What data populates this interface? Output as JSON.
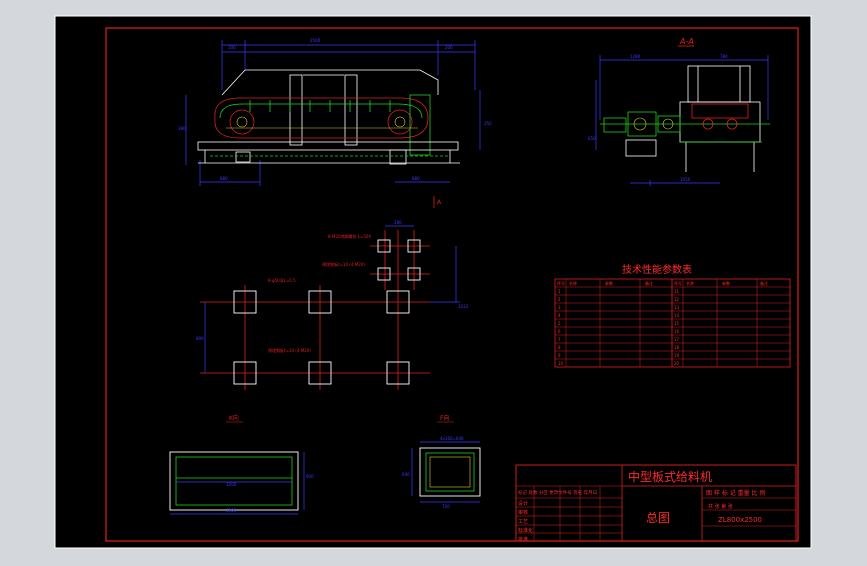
{
  "colors": {
    "background": "#d4d8dc",
    "sheet": "#000000",
    "frame": "#e0201a",
    "outline": "#ffffff",
    "dimension": "#3a3aff",
    "machine_red": "#e02020",
    "machine_green": "#20d020",
    "machine_yellow": "#e0d020",
    "label_red": "#ff2a2a"
  },
  "drawing": {
    "section_label": "A-A",
    "section_marker": "A",
    "view_k_label": "K向",
    "view_f_label": "F向"
  },
  "tech_table": {
    "title": "技术性能参数表",
    "header": [
      "序号",
      "名称",
      "参数",
      "备注"
    ],
    "left_index": [
      "1",
      "2",
      "3",
      "4",
      "5",
      "6",
      "7",
      "8",
      "9",
      "10"
    ],
    "right_index": [
      "11",
      "12",
      "13",
      "14",
      "15",
      "16",
      "17",
      "18",
      "19",
      "20"
    ]
  },
  "title_block": {
    "product_name": "中型板式给料机",
    "drawing_name": "总图",
    "model": "ZL800x2500",
    "sheet_info": "图 样 标 记   重量  比 例",
    "sheet_footer": "共   张   第   张",
    "rev_header": "标记 处数 分区 更改文件号 签名 年月日",
    "row_labels": [
      "设计",
      "审核",
      "工艺",
      "标准化",
      "批准"
    ]
  }
}
